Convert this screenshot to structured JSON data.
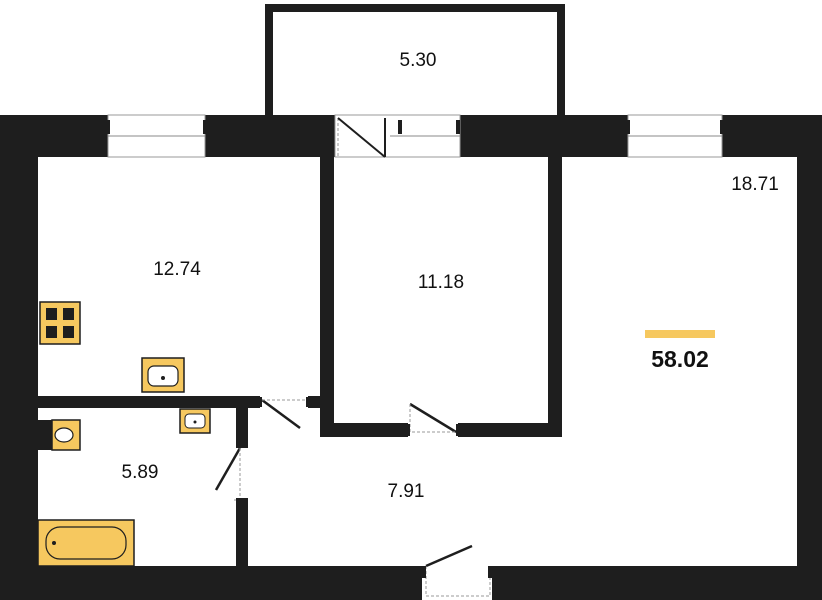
{
  "plan": {
    "total_area": "58.02",
    "rooms": [
      {
        "id": "balcony",
        "area": "5.30"
      },
      {
        "id": "kitchen",
        "area": "12.74"
      },
      {
        "id": "bedroom",
        "area": "11.18"
      },
      {
        "id": "living-room",
        "area": "18.71"
      },
      {
        "id": "bathroom",
        "area": "5.89"
      },
      {
        "id": "hallway",
        "area": "7.91"
      }
    ],
    "colors": {
      "wall": "#1e1e1e",
      "fixture": "#f6c85f",
      "accent": "#f6c85f",
      "text": "#111111",
      "background": "#ffffff"
    }
  }
}
